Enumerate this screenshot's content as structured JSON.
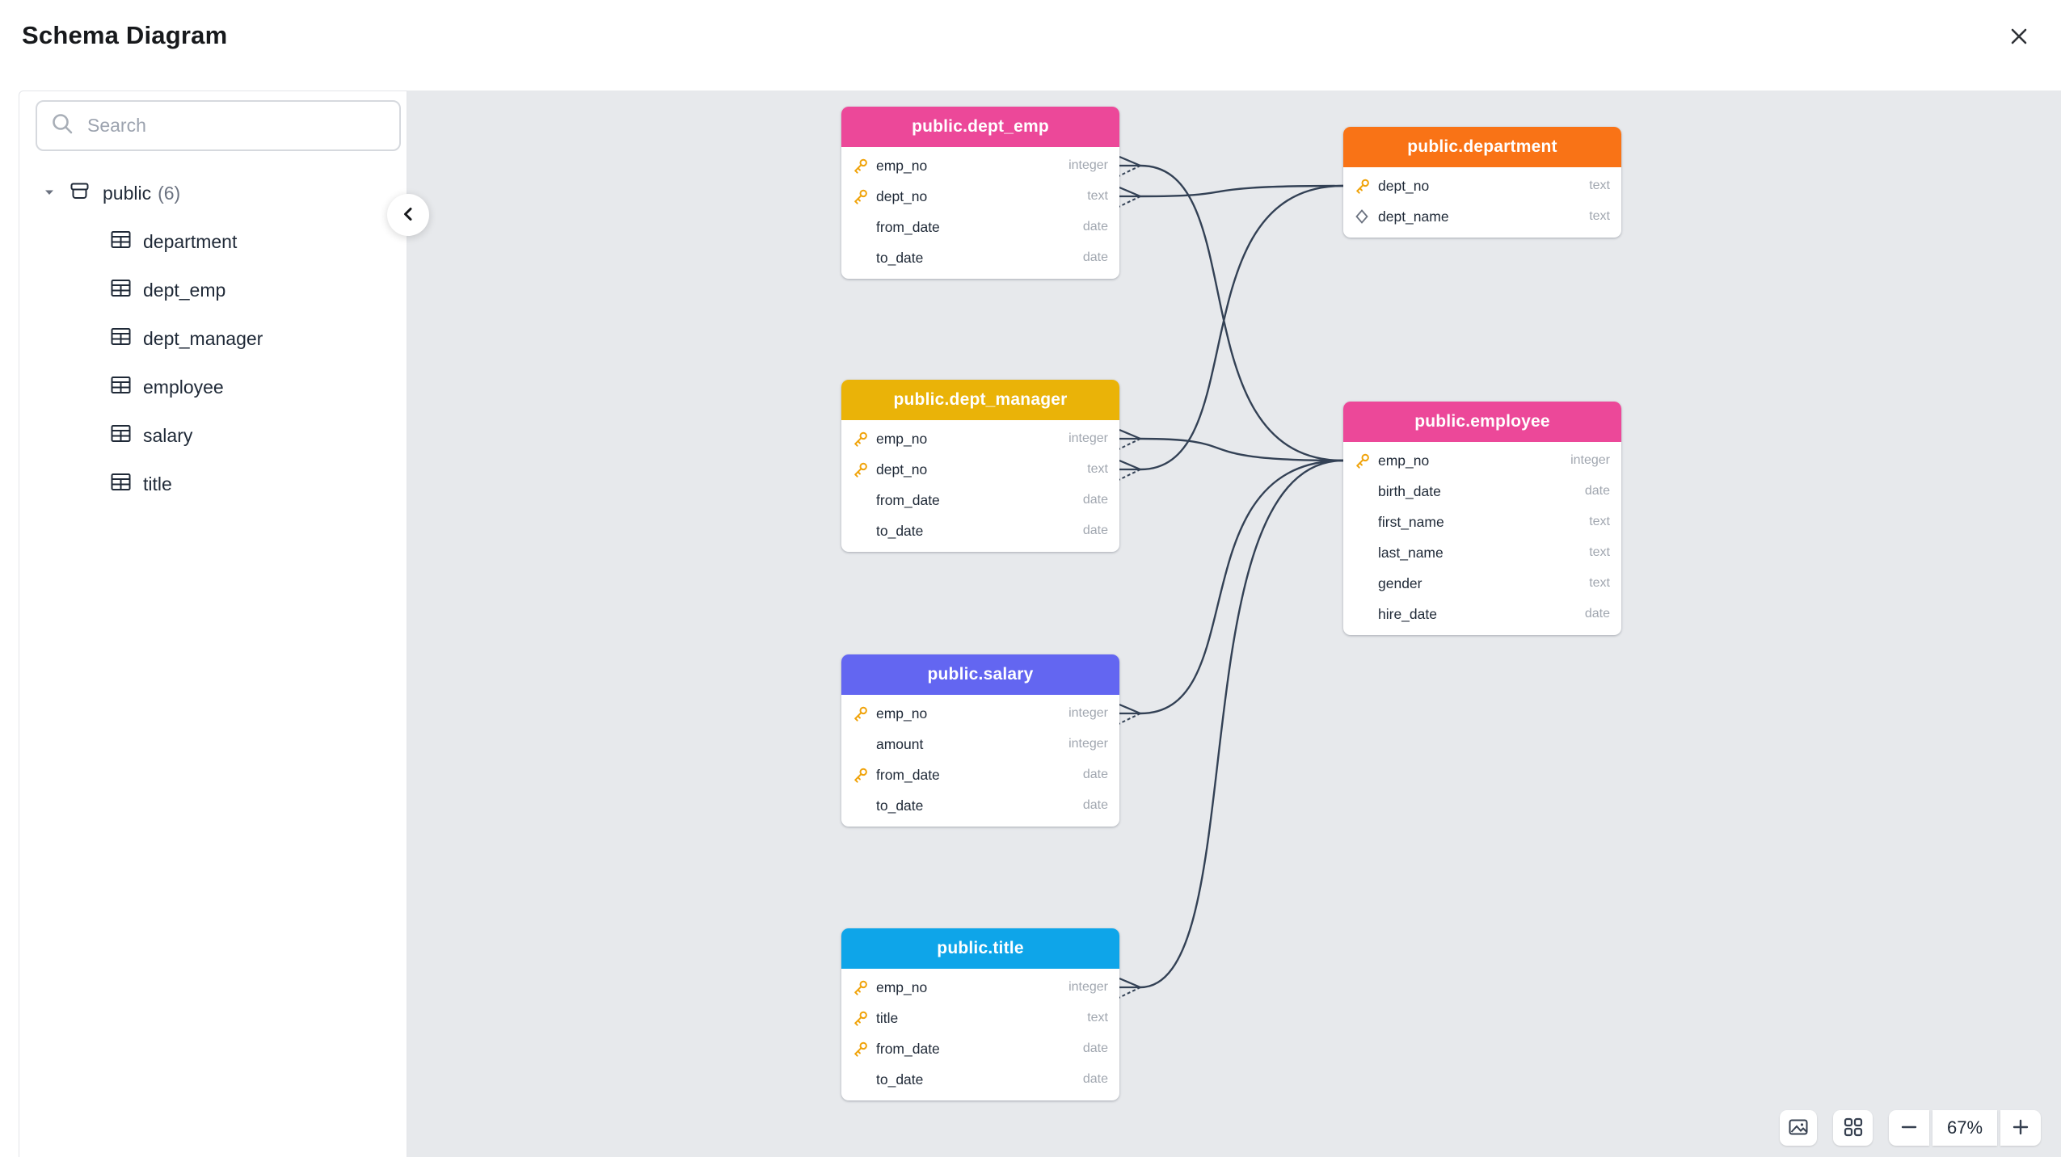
{
  "header": {
    "title": "Schema Diagram"
  },
  "sidebar": {
    "search": {
      "placeholder": "Search"
    },
    "tree": {
      "schema_label": "public",
      "schema_count": "(6)",
      "tables": [
        "department",
        "dept_emp",
        "dept_manager",
        "employee",
        "salary",
        "title"
      ]
    }
  },
  "canvas": {
    "tables": [
      {
        "id": "dept_emp",
        "title": "public.dept_emp",
        "header_color": "#ec4899",
        "columns": [
          {
            "name": "emp_no",
            "type": "integer",
            "icon": "key"
          },
          {
            "name": "dept_no",
            "type": "text",
            "icon": "key"
          },
          {
            "name": "from_date",
            "type": "date",
            "icon": "none"
          },
          {
            "name": "to_date",
            "type": "date",
            "icon": "none"
          }
        ]
      },
      {
        "id": "department",
        "title": "public.department",
        "header_color": "#f97316",
        "columns": [
          {
            "name": "dept_no",
            "type": "text",
            "icon": "key"
          },
          {
            "name": "dept_name",
            "type": "text",
            "icon": "diamond"
          }
        ]
      },
      {
        "id": "dept_manager",
        "title": "public.dept_manager",
        "header_color": "#eab308",
        "columns": [
          {
            "name": "emp_no",
            "type": "integer",
            "icon": "key"
          },
          {
            "name": "dept_no",
            "type": "text",
            "icon": "key"
          },
          {
            "name": "from_date",
            "type": "date",
            "icon": "none"
          },
          {
            "name": "to_date",
            "type": "date",
            "icon": "none"
          }
        ]
      },
      {
        "id": "employee",
        "title": "public.employee",
        "header_color": "#ec4899",
        "columns": [
          {
            "name": "emp_no",
            "type": "integer",
            "icon": "key"
          },
          {
            "name": "birth_date",
            "type": "date",
            "icon": "none"
          },
          {
            "name": "first_name",
            "type": "text",
            "icon": "none"
          },
          {
            "name": "last_name",
            "type": "text",
            "icon": "none"
          },
          {
            "name": "gender",
            "type": "text",
            "icon": "none"
          },
          {
            "name": "hire_date",
            "type": "date",
            "icon": "none"
          }
        ]
      },
      {
        "id": "salary",
        "title": "public.salary",
        "header_color": "#6366f1",
        "columns": [
          {
            "name": "emp_no",
            "type": "integer",
            "icon": "key"
          },
          {
            "name": "amount",
            "type": "integer",
            "icon": "none"
          },
          {
            "name": "from_date",
            "type": "date",
            "icon": "key"
          },
          {
            "name": "to_date",
            "type": "date",
            "icon": "none"
          }
        ]
      },
      {
        "id": "title",
        "title": "public.title",
        "header_color": "#0ea5e9",
        "columns": [
          {
            "name": "emp_no",
            "type": "integer",
            "icon": "key"
          },
          {
            "name": "title",
            "type": "text",
            "icon": "key"
          },
          {
            "name": "from_date",
            "type": "date",
            "icon": "key"
          },
          {
            "name": "to_date",
            "type": "date",
            "icon": "none"
          }
        ]
      }
    ],
    "connections": [
      {
        "from": {
          "table": "dept_emp",
          "column": "emp_no"
        },
        "to": {
          "table": "employee",
          "column": "emp_no"
        }
      },
      {
        "from": {
          "table": "dept_emp",
          "column": "dept_no"
        },
        "to": {
          "table": "department",
          "column": "dept_no"
        }
      },
      {
        "from": {
          "table": "dept_manager",
          "column": "emp_no"
        },
        "to": {
          "table": "employee",
          "column": "emp_no"
        }
      },
      {
        "from": {
          "table": "dept_manager",
          "column": "dept_no"
        },
        "to": {
          "table": "department",
          "column": "dept_no"
        }
      },
      {
        "from": {
          "table": "salary",
          "column": "emp_no"
        },
        "to": {
          "table": "employee",
          "column": "emp_no"
        }
      },
      {
        "from": {
          "table": "title",
          "column": "emp_no"
        },
        "to": {
          "table": "employee",
          "column": "emp_no"
        }
      }
    ],
    "controls": {
      "zoom_level": "67%"
    }
  },
  "colors": {
    "line": "#334155",
    "canvas_bg": "#e7e9ec",
    "key_icon": "#f0a30a",
    "icon_dark": "#374151"
  }
}
